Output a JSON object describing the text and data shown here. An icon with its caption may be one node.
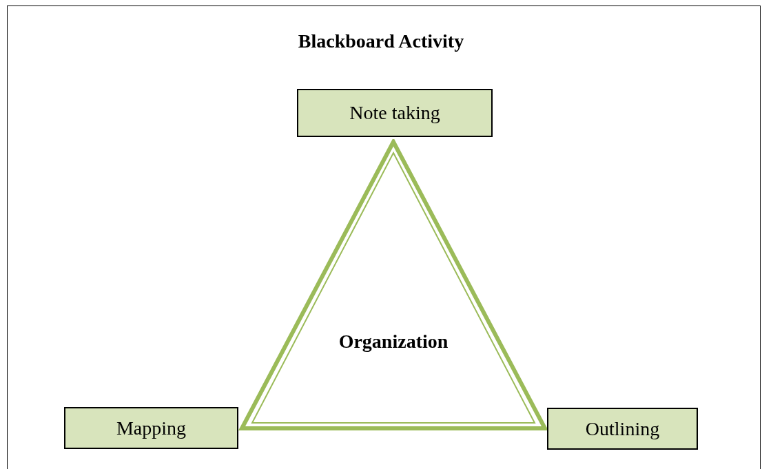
{
  "diagram": {
    "title": "Blackboard Activity",
    "nodes": [
      {
        "text": [
          "Note taking"
        ]
      },
      {
        "text": [
          "Organization"
        ]
      },
      {
        "text": [
          "Mapping"
        ]
      },
      {
        "text": [
          "Outlining"
        ]
      }
    ]
  }
}
